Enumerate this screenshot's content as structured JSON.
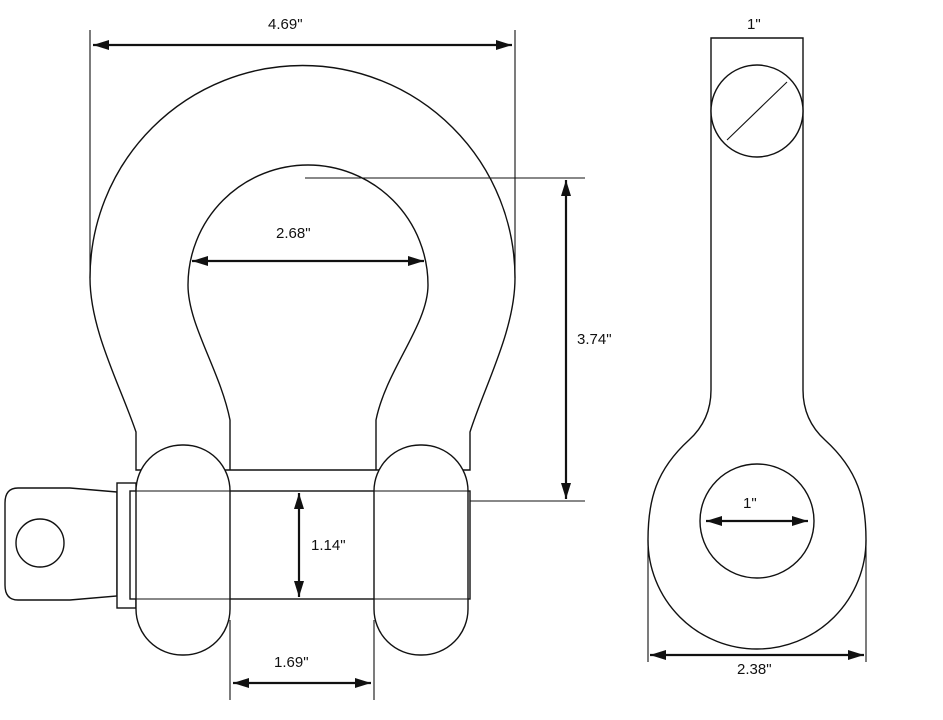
{
  "dimensions": {
    "overall_width": "4.69\"",
    "inside_width": "2.68\"",
    "inside_length": "3.74\"",
    "pin_diameter": "1.14\"",
    "jaw_gap": "1.69\"",
    "side_thickness": "1\"",
    "eye_hole_diameter": "1\"",
    "eye_width": "2.38\""
  },
  "colors": {
    "line": "#111111",
    "background": "#ffffff"
  }
}
